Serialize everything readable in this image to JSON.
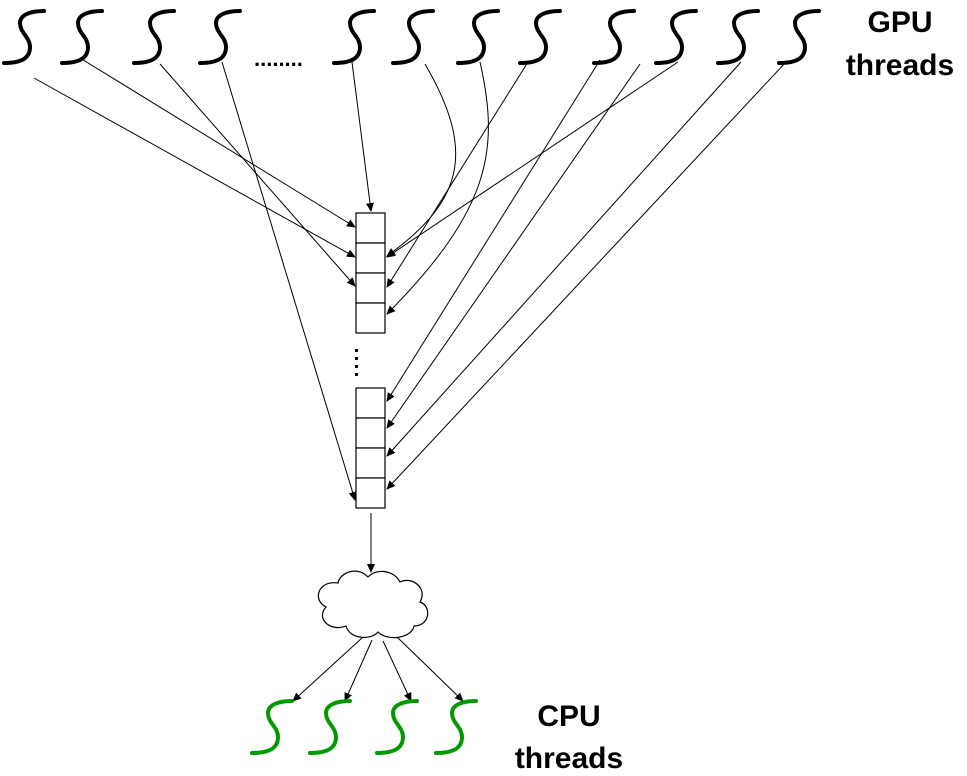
{
  "labels": {
    "gpu_line1": "GPU",
    "gpu_line2": "threads",
    "cpu_line1": "CPU",
    "cpu_line2": "threads",
    "thread_ellipsis": "........",
    "buffer_ellipsis": "..."
  },
  "colors": {
    "gpu_thread": "#000000",
    "cpu_thread": "#009900",
    "arrow": "#000000",
    "buffer_stroke": "#000000"
  },
  "elements": {
    "gpu_thread_count": 12,
    "cpu_thread_count": 4,
    "buffer_group_count": 2,
    "slots_per_group": 4,
    "thread_icon": "s-curve-thread-icon",
    "cloud_icon": "cloud-icon"
  }
}
